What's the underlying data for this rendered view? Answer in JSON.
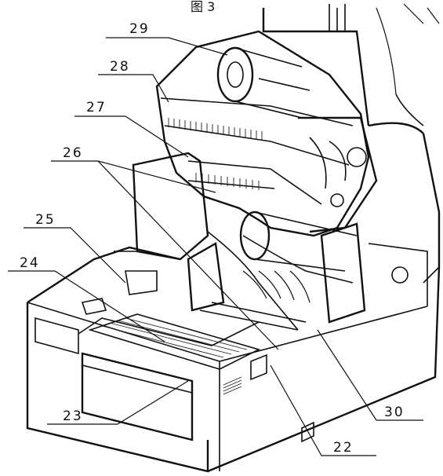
{
  "caption_top": "图 3",
  "callouts": [
    {
      "id": "29",
      "text": "29"
    },
    {
      "id": "28",
      "text": "28"
    },
    {
      "id": "27",
      "text": "27"
    },
    {
      "id": "26",
      "text": "26"
    },
    {
      "id": "25",
      "text": "25"
    },
    {
      "id": "24",
      "text": "24"
    },
    {
      "id": "23",
      "text": "23"
    },
    {
      "id": "22",
      "text": "22"
    },
    {
      "id": "30",
      "text": "30"
    }
  ],
  "colors": {
    "ink": "#111111",
    "paper": "#ffffff"
  }
}
